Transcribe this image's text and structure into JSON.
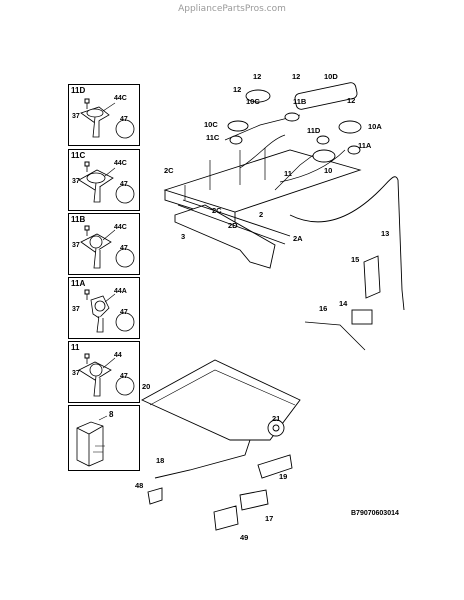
{
  "watermark": "AppliancePartsPros.com",
  "diagram_code": "B79070603014",
  "panels": [
    {
      "id": "11D",
      "screw": "37",
      "part": "44C",
      "part2": "47"
    },
    {
      "id": "11C",
      "screw": "37",
      "part": "44C",
      "part2": "47"
    },
    {
      "id": "11B",
      "screw": "37",
      "part": "44C",
      "part2": "47"
    },
    {
      "id": "11A",
      "screw": "37",
      "part": "44A",
      "part2": "47"
    },
    {
      "id": "11",
      "screw": "37",
      "part": "44",
      "part2": "47"
    }
  ],
  "panel8_label": "8",
  "callouts": {
    "c12a": "12",
    "c12b": "12",
    "c12c": "12",
    "c12d": "12",
    "c10d": "10D",
    "c10c_top": "10C",
    "c11b": "11B",
    "c10c": "10C",
    "c11c": "11C",
    "c11d": "11D",
    "c10a": "10A",
    "c11a": "11A",
    "c10": "10",
    "c11": "11",
    "c2c": "2C",
    "c2c_b": "2C",
    "c2d": "2D",
    "c2": "2",
    "c2a": "2A",
    "c3": "3",
    "c13": "13",
    "c15": "15",
    "c16": "16",
    "c14": "14",
    "c20": "20",
    "c21": "21",
    "c18": "18",
    "c19": "19",
    "c48": "48",
    "c17": "17",
    "c49": "49"
  }
}
